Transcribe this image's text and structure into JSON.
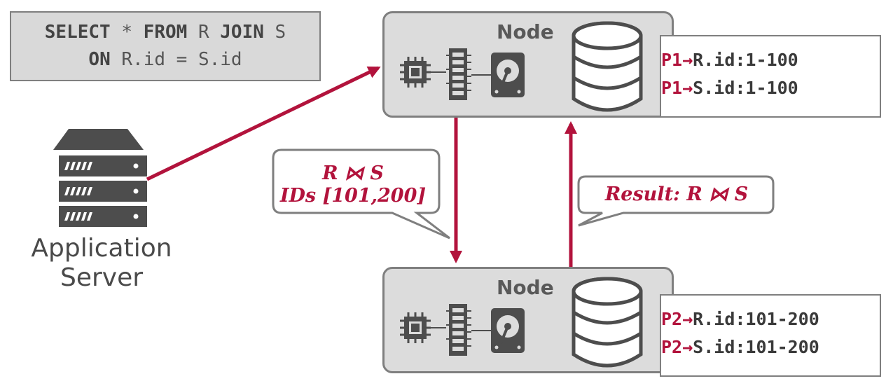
{
  "sql": {
    "line1": [
      {
        "text": "SELECT",
        "kw": true
      },
      {
        "text": " * ",
        "kw": false
      },
      {
        "text": "FROM",
        "kw": true
      },
      {
        "text": " R ",
        "kw": false
      },
      {
        "text": "JOIN",
        "kw": true
      },
      {
        "text": " S",
        "kw": false
      }
    ],
    "line2": [
      {
        "text": "ON",
        "kw": true
      },
      {
        "text": " R.id = S.id",
        "kw": false
      }
    ]
  },
  "app_server": {
    "label_line1": "Application",
    "label_line2": "Server",
    "icon": "server-rack-icon"
  },
  "node1": {
    "title": "Node",
    "partitions": [
      {
        "pid": "P1",
        "arrow": "→",
        "range": "R.id:1-100"
      },
      {
        "pid": "P1",
        "arrow": "→",
        "range": "S.id:1-100"
      }
    ]
  },
  "node2": {
    "title": "Node",
    "partitions": [
      {
        "pid": "P2",
        "arrow": "→",
        "range": "R.id:101-200"
      },
      {
        "pid": "P2",
        "arrow": "→",
        "range": "S.id:101-200"
      }
    ]
  },
  "bubble_request": {
    "line1": "R ⋈ S",
    "line2": "IDs [101,200]"
  },
  "bubble_result": {
    "line1": "Result: R ⋈ S"
  },
  "colors": {
    "accent": "#b2133c",
    "node_fill": "#dcdcdc",
    "border": "#7f7f7f",
    "icon_dark": "#4d4d4d"
  },
  "icons": [
    "cpu-icon",
    "memory-icon",
    "hard-disk-icon",
    "database-icon",
    "server-rack-icon"
  ]
}
